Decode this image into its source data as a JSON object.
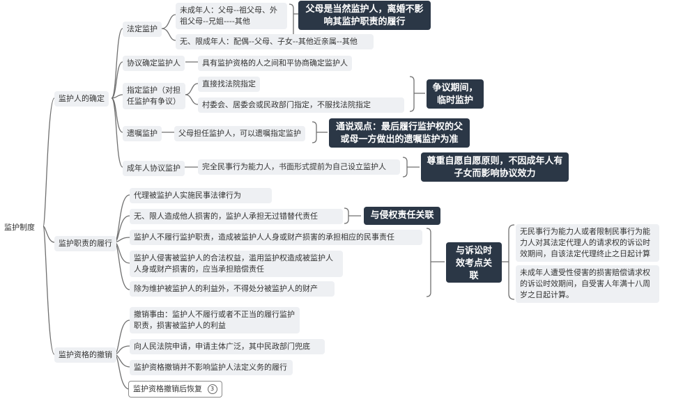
{
  "root": "监护制度",
  "branches": {
    "determination": {
      "label": "监护人的确定",
      "statutory": {
        "label": "法定监护",
        "minor": "未成年人：父母--祖父母、外祖父母--兄姐----其他",
        "incapable": "无、限成年人：配偶--父母、子女--其他近亲属--其他",
        "note": "父母是当然监护人，离婚不影响其监护职责的履行"
      },
      "agreement": {
        "label": "协议确定监护人",
        "detail": "具有监护资格的人之间和平协商确定监护人"
      },
      "designated": {
        "label": "指定监护（对担任监护有争议）",
        "court": "直接找法院指定",
        "committee": "村委会、居委会或民政部门指定，不服找法院指定",
        "note": "争议期间，临时监护"
      },
      "will": {
        "label": "遗嘱监护",
        "detail": "父母担任监护人，可以遗嘱指定监护",
        "note": "通说观点：最后履行监护权的父或母一方做出的遗嘱监护为准"
      },
      "adult_agreement": {
        "label": "成年人协议监护",
        "detail": "完全民事行为能力人，书面形式提前为自己设立监护人",
        "note": "尊重自愿自愿原则，不因成年人有子女而影响协议效力"
      }
    },
    "duties": {
      "label": "监护职责的履行",
      "items": [
        "代理被监护人实施民事法律行为",
        "无、限人造成他人损害的，监护人承担无过错替代责任",
        "监护人不履行监护职责，造成被监护人人身或财产损害的承担相应的民事责任",
        "监护人侵害被监护人的合法权益，滥用监护权造成被监护人人身或财产损害的，应当承担赔偿责任",
        "除为维护被监护人的利益外，不得处分被监护人的财产"
      ],
      "tort_note": "与侵权责任关联",
      "limitation_note": "与诉讼时效考点关联",
      "limitation_items": [
        "无民事行为能力人或者限制民事行为能力人对其法定代理人的请求权的诉讼时效期间，自该法定代理终止之日起计算",
        "未成年人遭受性侵害的损害赔偿请求权的诉讼时效期间，自受害人年满十八周岁之日起计算。"
      ]
    },
    "revocation": {
      "label": "监护资格的撤销",
      "items": [
        "撤销事由：监护人不履行或者不正当的履行监护职责，损害被监护人的利益",
        "向人民法院申请，申请主体广泛，其中民政部门兜底",
        "监护资格撤销并不影响监护人法定义务的履行",
        "监护资格撤销后恢复"
      ],
      "collapsed_count": "3"
    }
  },
  "colors": {
    "line": "#6f6f6f",
    "node_bg": "#eef0f3",
    "dark_bg": "#2b3746"
  }
}
